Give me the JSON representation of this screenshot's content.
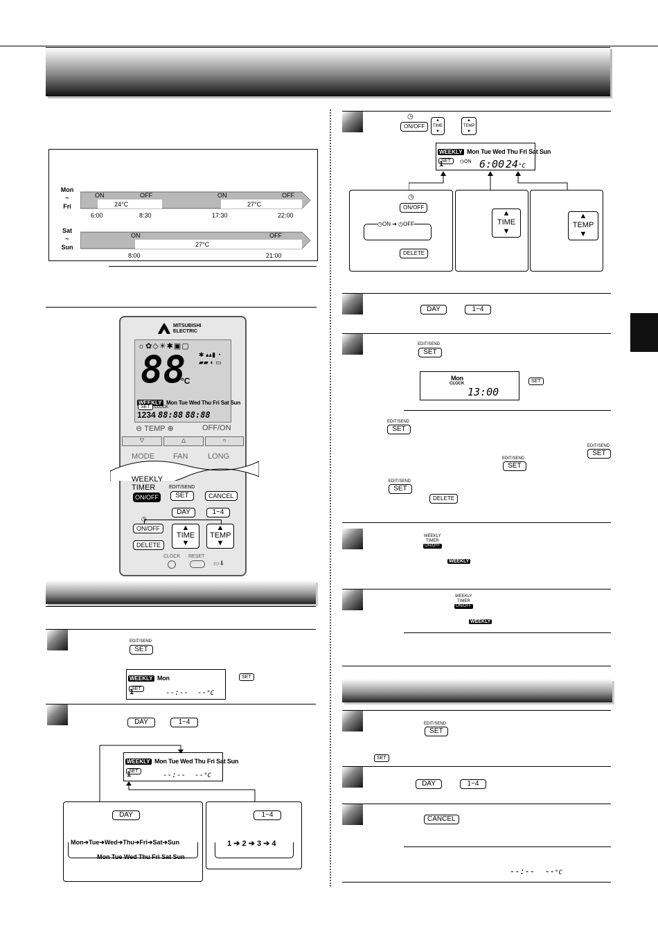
{
  "schedule": {
    "rows": [
      {
        "days_top": "Mon",
        "days_sep": "~",
        "days_bottom": "Fri",
        "bars": [
          {
            "on": "ON",
            "off": "OFF",
            "temp": "24°C"
          },
          {
            "on": "ON",
            "off": "OFF",
            "temp": "27°C"
          }
        ],
        "times": [
          "6:00",
          "8:30",
          "17:30",
          "22:00"
        ]
      },
      {
        "days_top": "Sat",
        "days_sep": "~",
        "days_bottom": "Sun",
        "bars": [
          {
            "on": "ON",
            "off": "OFF",
            "temp": "27°C"
          }
        ],
        "times": [
          "8:00",
          "21:00"
        ]
      }
    ]
  },
  "remote": {
    "brand_line1": "MITSUBISHI",
    "brand_line2": "ELECTRIC",
    "temp_digits": "88",
    "unit": "°C",
    "weekly": "WEEKLY",
    "days": "Mon Tue Wed Thu Fri Sat Sun",
    "set": "SET",
    "clock": "CLOCK",
    "on": "ON",
    "off": "OFF",
    "nums": "1234",
    "time_digits": "88:88",
    "time_digits2": "88:88",
    "temp_label": "TEMP",
    "offon": "OFF/ON",
    "mode": "MODE",
    "fan": "FAN",
    "long": "LONG",
    "weekly_timer": "WEEKLY",
    "weekly_timer2": "TIMER",
    "onoff": "ON/OFF",
    "edit_send": "EDIT/SEND",
    "set_btn": "SET",
    "cancel": "CANCEL",
    "day": "DAY",
    "one_four": "1~4",
    "onoff2": "ON/OFF",
    "delete": "DELETE",
    "time": "TIME",
    "temp": "TEMP",
    "clock_btn": "CLOCK",
    "reset": "RESET"
  },
  "left_step1": {
    "edit_send": "EDIT/SEND",
    "set": "SET",
    "lcd_weekly": "WEEKLY",
    "lcd_day": "Mon",
    "lcd_set": "SET",
    "lcd_num": "1",
    "lcd_time": "--:--",
    "lcd_temp": "--",
    "lcd_unit": "°C",
    "side_set": "SET"
  },
  "left_step2": {
    "day": "DAY",
    "one_four": "1~4",
    "lcd_weekly": "WEEKLY",
    "lcd_days": "Mon Tue Wed Thu Fri Sat Sun",
    "lcd_set": "SET",
    "lcd_num": "1",
    "lcd_time": "--:--",
    "lcd_temp": "--",
    "lcd_unit": "°C",
    "box1_btn": "DAY",
    "cycle_days": [
      "Mon",
      "Tue",
      "Wed",
      "Thu",
      "Fri",
      "Sat",
      "Sun"
    ],
    "cycle_return": "Mon Tue Wed Thu Fri Sat Sun",
    "box2_btn": "1~4",
    "cycle_nums": [
      "1",
      "2",
      "3",
      "4"
    ]
  },
  "right_step1": {
    "onoff": "ON/OFF",
    "time": "TIME",
    "temp": "TEMP",
    "lcd_weekly": "WEEKLY",
    "lcd_days": "Mon Tue Wed Thu Fri Sat Sun",
    "lcd_set": "SET",
    "lcd_num": "1",
    "lcd_on": "ON",
    "lcd_time": "6:00",
    "lcd_temp": "24",
    "lcd_unit": "°C",
    "box_onoff": "ON/OFF",
    "box_on": "ON",
    "box_off": "OFF",
    "box_delete": "DELETE",
    "box_time": "TIME",
    "box_temp": "TEMP"
  },
  "right_step2": {
    "day": "DAY",
    "one_four": "1~4"
  },
  "right_step3": {
    "edit_send": "EDIT/SEND",
    "set": "SET",
    "lcd_day": "Mon",
    "lcd_clock": "CLOCK",
    "lcd_time": "13:00",
    "side_set": "SET",
    "n1_es": "EDIT/SEND",
    "n1_set": "SET",
    "n2_es": "EDIT/SEND",
    "n2_set": "SET",
    "n3_es": "EDIT/SEND",
    "n3_set": "SET",
    "n4_es": "EDIT/SEND",
    "n4_set": "SET",
    "n4_delete": "DELETE"
  },
  "right_step4": {
    "weekly": "WEEKLY",
    "timer": "TIMER",
    "onoff": "ON/OFF",
    "lcd_weekly": "WEEKLY"
  },
  "right_step5": {
    "weekly": "WEEKLY",
    "timer": "TIMER",
    "onoff": "ON/OFF",
    "lcd_weekly": "WEEKLY"
  },
  "right_sec2": {
    "edit_send": "EDIT/SEND",
    "set": "SET",
    "side_set": "SET",
    "day": "DAY",
    "one_four": "1~4",
    "cancel": "CANCEL",
    "lcd_time": "--:--",
    "lcd_temp": "--",
    "lcd_unit": "°C"
  }
}
